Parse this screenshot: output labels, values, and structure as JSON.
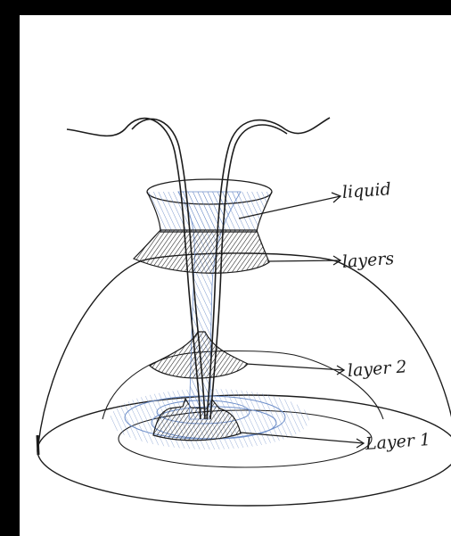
{
  "labels": {
    "liquid": "liquid",
    "layer3": "layers",
    "layer2": "layer 2",
    "layer1": "Layer 1"
  },
  "colors": {
    "ink": "#1c1c1c",
    "blue_pencil": "#6f8fc9",
    "background": "#000000",
    "paper": "#ffffff"
  }
}
